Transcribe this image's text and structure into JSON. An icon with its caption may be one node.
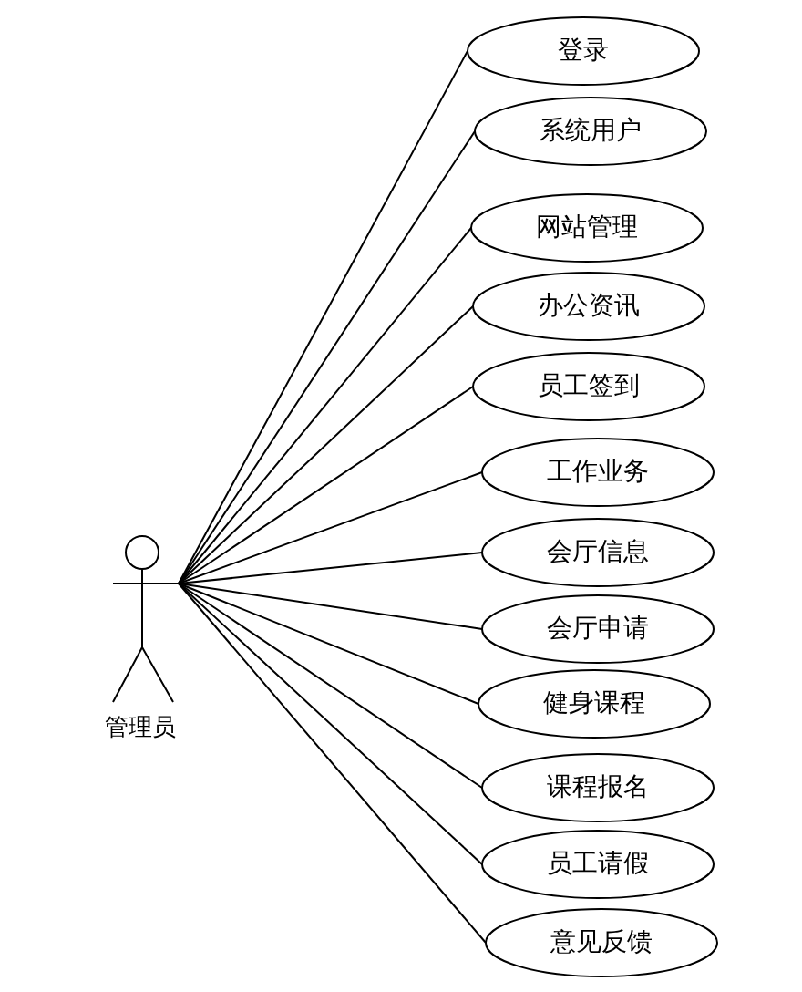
{
  "diagram": {
    "nodes": [
      {
        "text": [
          "管理员"
        ]
      },
      {
        "text": [
          "登录"
        ]
      },
      {
        "text": [
          "系统用户"
        ]
      },
      {
        "text": [
          "网站管理"
        ]
      },
      {
        "text": [
          "办公资讯"
        ]
      },
      {
        "text": [
          "员工签到"
        ]
      },
      {
        "text": [
          "工作业务"
        ]
      },
      {
        "text": [
          "会厅信息"
        ]
      },
      {
        "text": [
          "会厅申请"
        ]
      },
      {
        "text": [
          "健身课程"
        ]
      },
      {
        "text": [
          "课程报名"
        ]
      },
      {
        "text": [
          "员工请假"
        ]
      },
      {
        "text": [
          "意见反馈"
        ]
      }
    ],
    "edges": [
      {
        "from": 0,
        "to": 1,
        "arrow": "none"
      },
      {
        "from": 0,
        "to": 2,
        "arrow": "none"
      },
      {
        "from": 0,
        "to": 3,
        "arrow": "none"
      },
      {
        "from": 0,
        "to": 4,
        "arrow": "none"
      },
      {
        "from": 0,
        "to": 5,
        "arrow": "none"
      },
      {
        "from": 0,
        "to": 6,
        "arrow": "none"
      },
      {
        "from": 0,
        "to": 7,
        "arrow": "none"
      },
      {
        "from": 0,
        "to": 8,
        "arrow": "none"
      },
      {
        "from": 0,
        "to": 9,
        "arrow": "none"
      },
      {
        "from": 0,
        "to": 10,
        "arrow": "none"
      },
      {
        "from": 0,
        "to": 11,
        "arrow": "none"
      },
      {
        "from": 0,
        "to": 12,
        "arrow": "none"
      }
    ]
  }
}
